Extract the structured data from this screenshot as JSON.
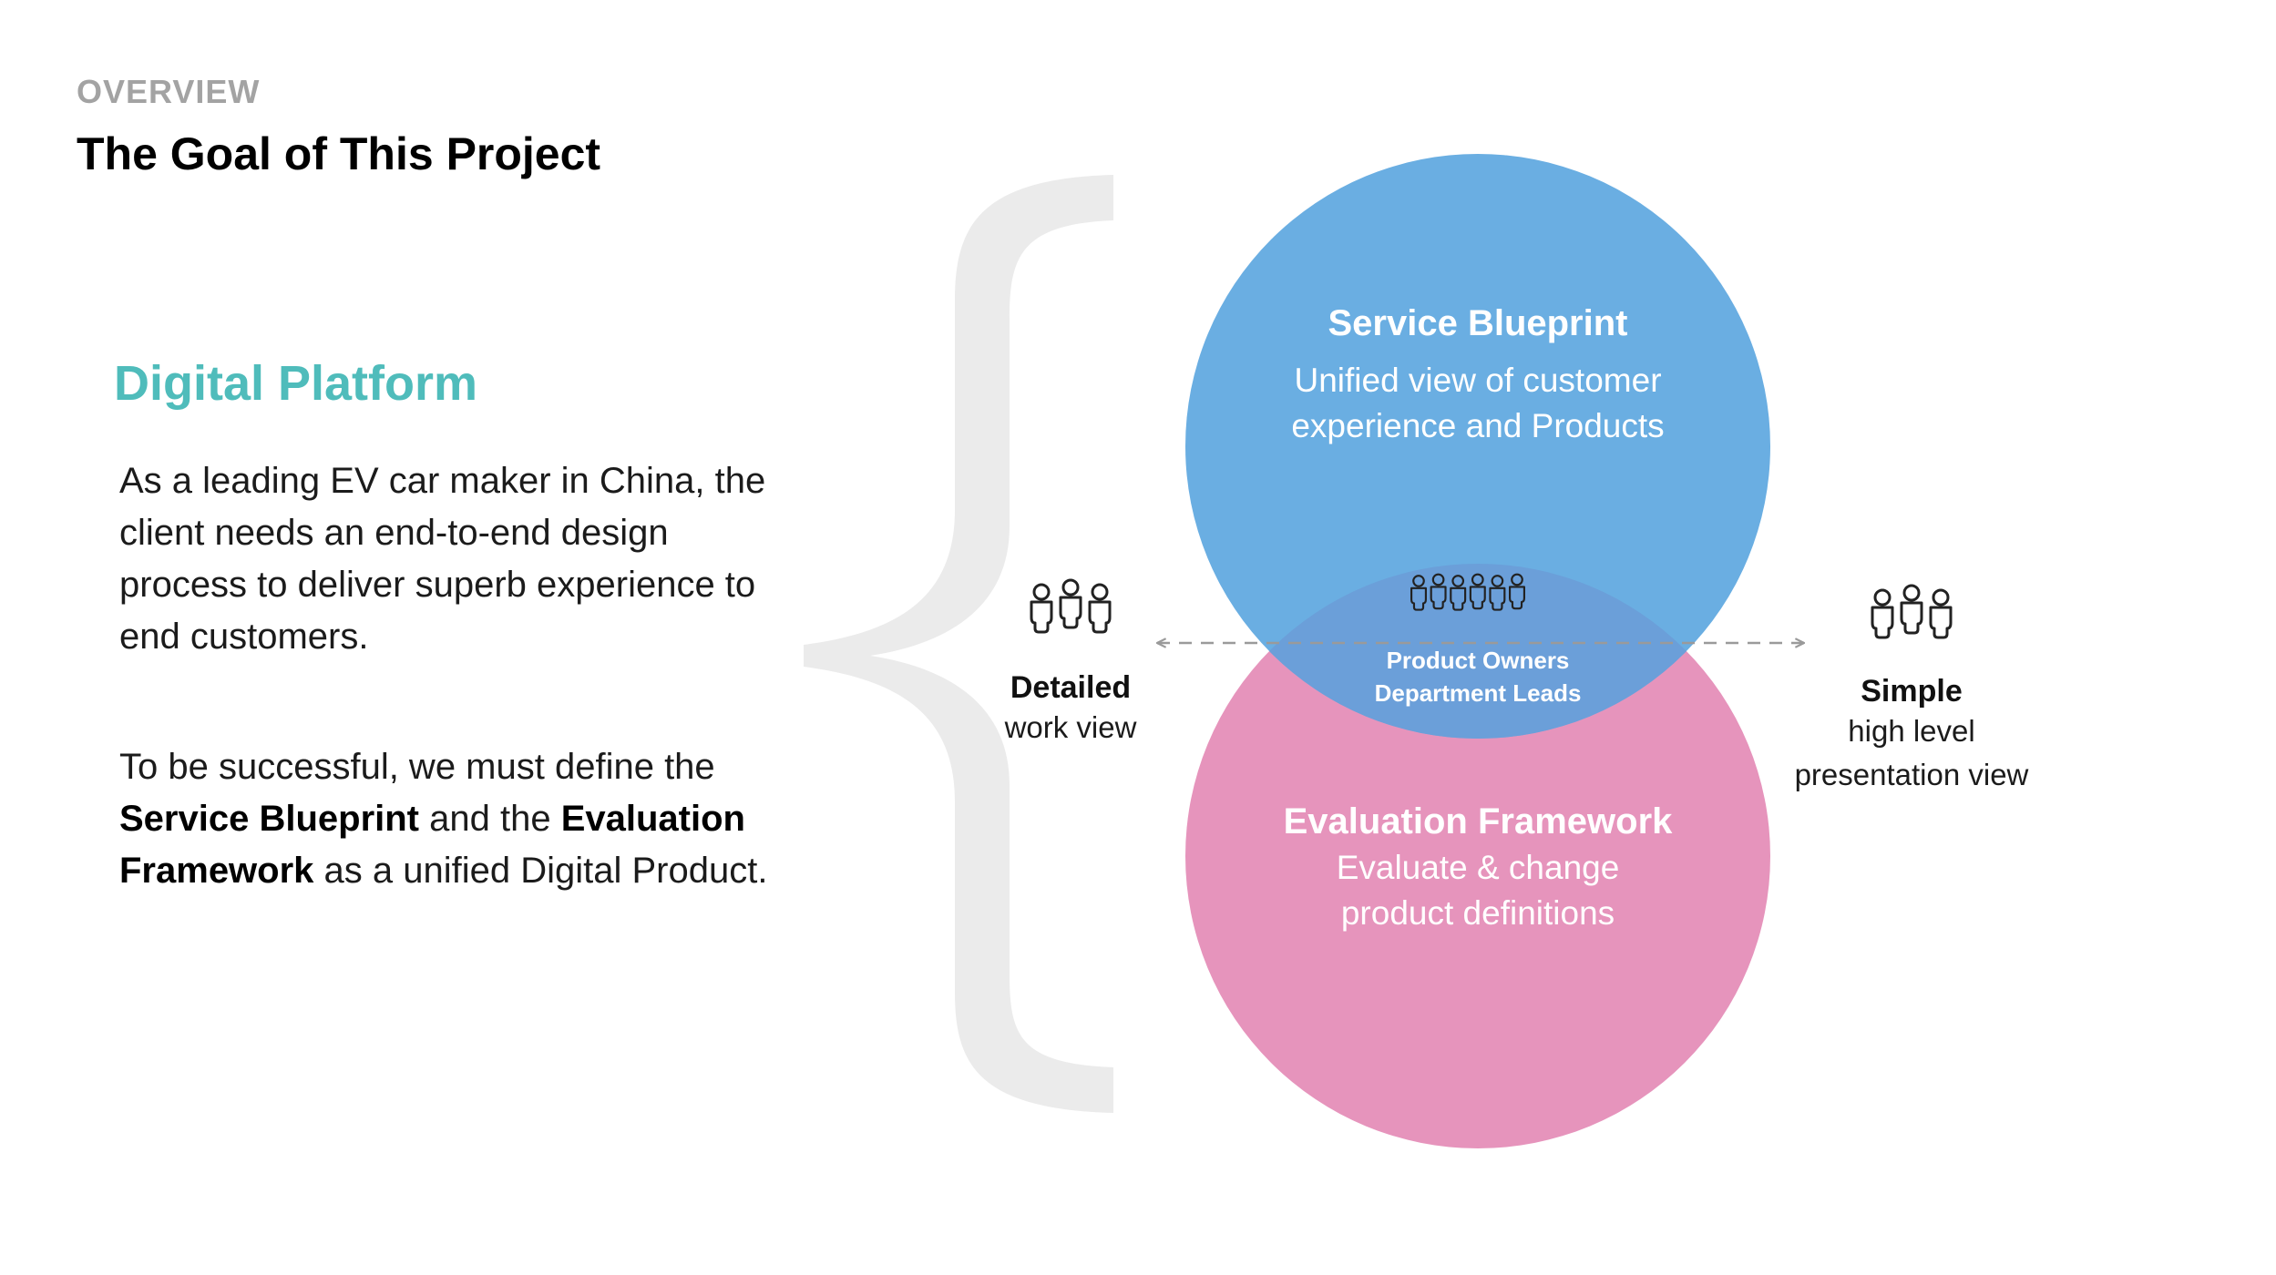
{
  "header": {
    "section_label": "OVERVIEW",
    "title": "The Goal of This Project"
  },
  "intro": {
    "heading": "Digital Platform",
    "paragraph_1": "As a leading EV car maker in China, the client needs an end-to-end design process to deliver superb experience to end customers.",
    "paragraph_2": {
      "part_1": "To be successful, we must define the ",
      "bold_1": "Service Blueprint",
      "part_2": " and the ",
      "bold_2": "Evaluation Framework",
      "part_3": " as a unified Digital Product."
    }
  },
  "diagram": {
    "top_circle": {
      "title": "Service Blueprint",
      "line_1": "Unified view of customer",
      "line_2": "experience and Products",
      "color": "#6aaee2"
    },
    "bottom_circle": {
      "title": "Evaluation Framework",
      "line_1": "Evaluate & change",
      "line_2": "product definitions",
      "color": "#e694bc"
    },
    "overlap": {
      "line_1": "Product Owners",
      "line_2": "Department Leads",
      "color": "#6b9fd9",
      "icon": "group-of-six-people-icon"
    },
    "left_view": {
      "title": "Detailed",
      "subtitle": "work view",
      "icon": "group-of-three-people-icon"
    },
    "right_view": {
      "title": "Simple",
      "line_1": "high level",
      "line_2": "presentation view",
      "icon": "group-of-three-people-icon"
    },
    "brace_color": "#ebebeb",
    "arrow_color": "#9a9a9a"
  }
}
